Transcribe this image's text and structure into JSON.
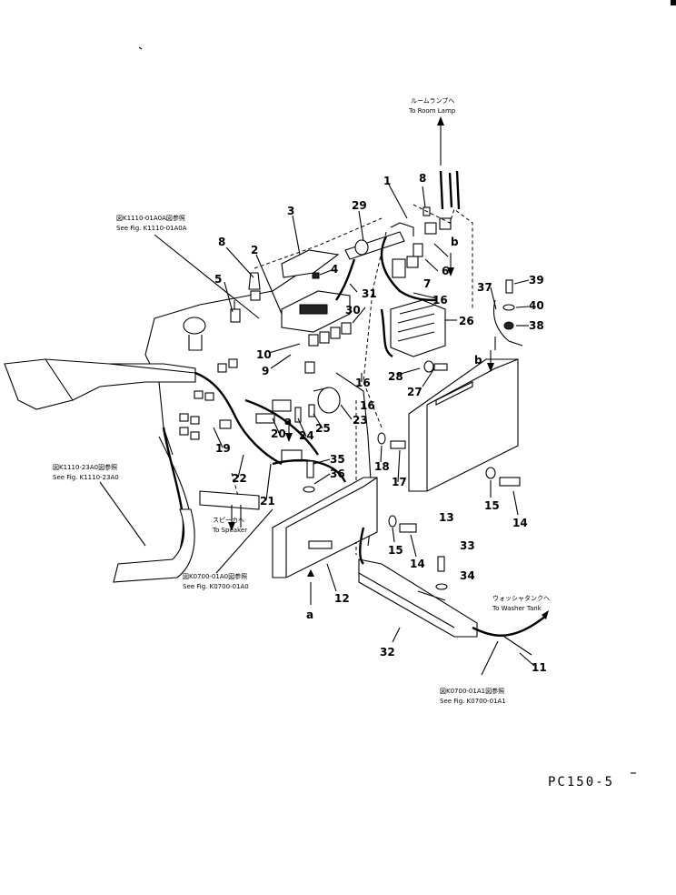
{
  "drawing": {
    "code": "PC150-5",
    "part_numbers": [
      "1",
      "2",
      "3",
      "4",
      "5",
      "6",
      "7",
      "8",
      "8",
      "9",
      "10",
      "11",
      "12",
      "13",
      "14",
      "14",
      "15",
      "15",
      "16",
      "16",
      "16",
      "17",
      "18",
      "19",
      "20",
      "21",
      "22",
      "23",
      "24",
      "25",
      "26",
      "27",
      "28",
      "29",
      "30",
      "31",
      "32",
      "33",
      "34",
      "35",
      "36",
      "37",
      "38",
      "39",
      "40"
    ],
    "view_markers": [
      "a",
      "a",
      "b",
      "b"
    ]
  },
  "references": {
    "room_lamp_jp": "ルームランプへ",
    "room_lamp_en": "To Room Lamp",
    "fig_k1110_01a0a_jp": "図K1110-01A0A図参照",
    "fig_k1110_01a0a_en": "See Fig. K1110-01A0A",
    "fig_k1110_23a0_jp": "図K1110-23A0図参照",
    "fig_k1110_23a0_en": "See Fig. K1110-23A0",
    "speaker_jp": "スピーカへ",
    "speaker_en": "To Speaker",
    "fig_k0700_01a0_jp": "図K0700-01A0図参照",
    "fig_k0700_01a0_en": "See Fig. K0700-01A0",
    "washer_tank_jp": "ウォッシャタンクへ",
    "washer_tank_en": "To Washer Tank",
    "fig_k0700_01a1_jp": "図K0700-01A1図参照",
    "fig_k0700_01a1_en": "See Fig. K0700-01A1"
  }
}
